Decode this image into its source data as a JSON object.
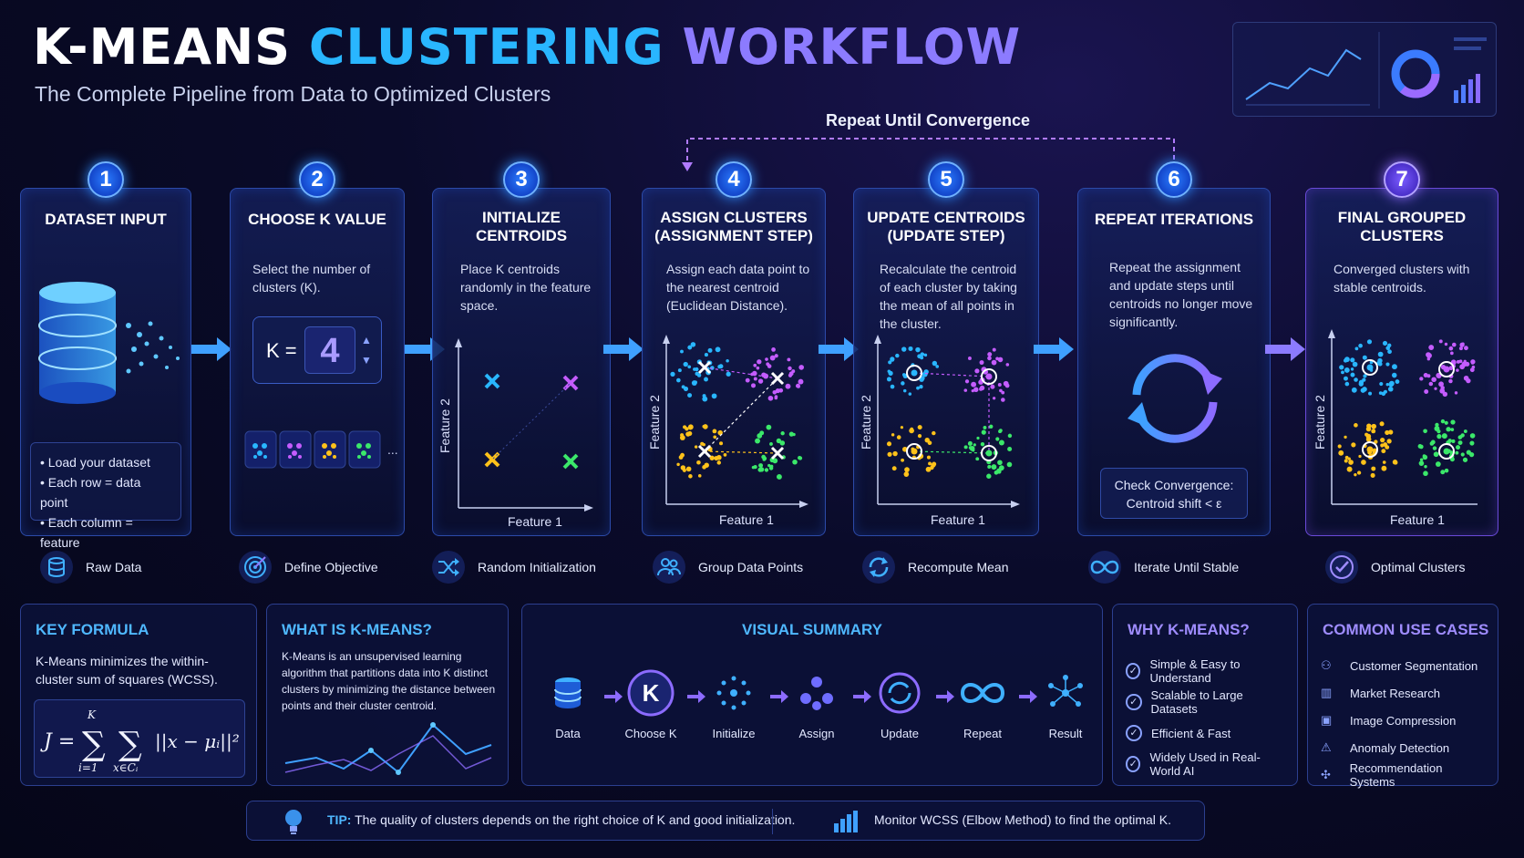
{
  "title": {
    "part1": "K-MEANS",
    "part2": "CLUSTERING",
    "part3": "WORKFLOW"
  },
  "subtitle": "The Complete Pipeline from Data to Optimized Clusters",
  "repeat_label": "Repeat Until Convergence",
  "steps": [
    {
      "num": "1",
      "title": "DATASET INPUT",
      "bullets": [
        "• Load your dataset",
        "• Each row = data point",
        "• Each column = feature"
      ],
      "caption": "Raw Data"
    },
    {
      "num": "2",
      "title": "CHOOSE K VALUE",
      "desc": "Select the number of clusters (K).",
      "k_label": "K =",
      "k_value": "4",
      "more": "...",
      "caption": "Define Objective"
    },
    {
      "num": "3",
      "title": "INITIALIZE CENTROIDS",
      "desc": "Place K centroids randomly in the feature space.",
      "caption": "Random Initialization"
    },
    {
      "num": "4",
      "title": "ASSIGN CLUSTERS (ASSIGNMENT STEP)",
      "desc": "Assign each data point to the nearest centroid (Euclidean Distance).",
      "caption": "Group Data Points"
    },
    {
      "num": "5",
      "title": "UPDATE CENTROIDS (UPDATE STEP)",
      "desc": "Recalculate the centroid of each cluster by taking the mean of all points in the cluster.",
      "caption": "Recompute Mean"
    },
    {
      "num": "6",
      "title": "REPEAT ITERATIONS",
      "desc": "Repeat the assignment and update steps until centroids no longer move significantly.",
      "conv1": "Check Convergence:",
      "conv2": "Centroid shift < ε",
      "caption": "Iterate Until Stable"
    },
    {
      "num": "7",
      "title": "FINAL GROUPED CLUSTERS",
      "desc": "Converged clusters with stable centroids.",
      "caption": "Optimal Clusters"
    }
  ],
  "axes": {
    "x": "Feature 1",
    "y": "Feature 2"
  },
  "key_formula": {
    "title": "KEY FORMULA",
    "text": "K-Means minimizes the within-cluster sum of squares (WCSS)."
  },
  "what_is": {
    "title": "WHAT IS K-MEANS?",
    "text": "K-Means is an unsupervised learning algorithm that partitions data into K distinct clusters by minimizing the distance between points and their cluster centroid."
  },
  "visual_summary": {
    "title": "VISUAL SUMMARY",
    "items": [
      "Data",
      "Choose K",
      "Initialize",
      "Assign",
      "Update",
      "Repeat",
      "Result"
    ],
    "k_glyph": "K"
  },
  "why": {
    "title": "WHY K-MEANS?",
    "items": [
      "Simple & Easy to Understand",
      "Scalable to Large Datasets",
      "Efficient & Fast",
      "Widely Used in Real-World AI"
    ]
  },
  "use_cases": {
    "title": "COMMON USE CASES",
    "items": [
      "Customer Segmentation",
      "Market Research",
      "Image Compression",
      "Anomaly Detection",
      "Recommendation Systems"
    ]
  },
  "tip": {
    "label": "TIP:",
    "text": "The quality of clusters depends on the right choice of K and good initialization.",
    "text2": "Monitor WCSS (Elbow Method) to find the optimal K."
  },
  "colors": {
    "blue": "#29b6ff",
    "violet": "#8c7bff",
    "yellow": "#ffc21a",
    "green": "#3be86a",
    "purple": "#c45cff"
  },
  "icons": [
    "database-icon",
    "target-icon",
    "shuffle-icon",
    "users-icon",
    "refresh-icon",
    "infinity-icon",
    "check-circle-icon",
    "lightbulb-icon",
    "bar-chart-icon"
  ]
}
